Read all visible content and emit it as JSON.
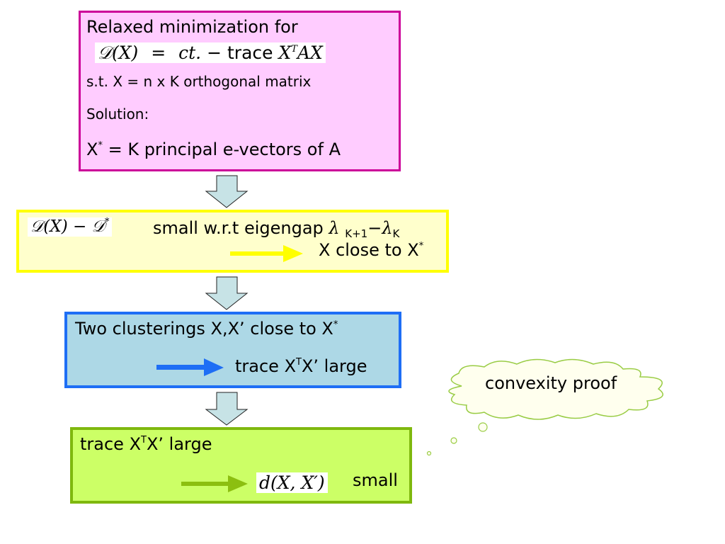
{
  "box1": {
    "title": "Relaxed minimization for",
    "formula_lhs": "𝒟(X)",
    "formula_eq": "=",
    "formula_ct": "ct.",
    "formula_minus": "−",
    "formula_trace": "trace",
    "formula_x": "X",
    "formula_sup": "T",
    "formula_ax": "AX",
    "constraint": "s.t. X = n x K orthogonal matrix",
    "solution_label": "Solution:",
    "solution_x": "X",
    "solution_star": "*",
    "solution_text": " = K principal e-vectors of A"
  },
  "box2": {
    "formula": "𝒟(X) − 𝒟",
    "formula_star": "*",
    "text": "small  w.r.t eigengap ",
    "lambda1": "λ",
    "sub1": "K+1",
    "dash": "−",
    "lambda2": "λ",
    "sub2": "K",
    "conclusion": "X close to X",
    "conclusion_star": "*"
  },
  "box3": {
    "line1": "Two clusterings X,X’ close to X",
    "line1_star": "*",
    "line2_pre": "trace X",
    "line2_sup": "T",
    "line2_post": "X’  large"
  },
  "box4": {
    "line1_pre": "trace X",
    "line1_sup": "T",
    "line1_post": "X’ large",
    "formula": "d(X, X′)",
    "small": "small"
  },
  "cloud": {
    "text": "convexity proof"
  },
  "colors": {
    "box1_fill": "#ffccff",
    "box1_border": "#cc0099",
    "box2_fill": "#ffffcc",
    "box2_border": "#ffff00",
    "box3_fill": "#add8e6",
    "box3_border": "#1e6ef5",
    "box4_fill": "#ccff66",
    "box4_border": "#7fb80e",
    "down_arrow_fill": "#c7e3e6",
    "arrow_yellow": "#ffff00",
    "arrow_blue": "#1e6ef5",
    "arrow_green": "#8cbf10",
    "cloud_fill": "#ffffee",
    "cloud_border": "#99cc44"
  }
}
